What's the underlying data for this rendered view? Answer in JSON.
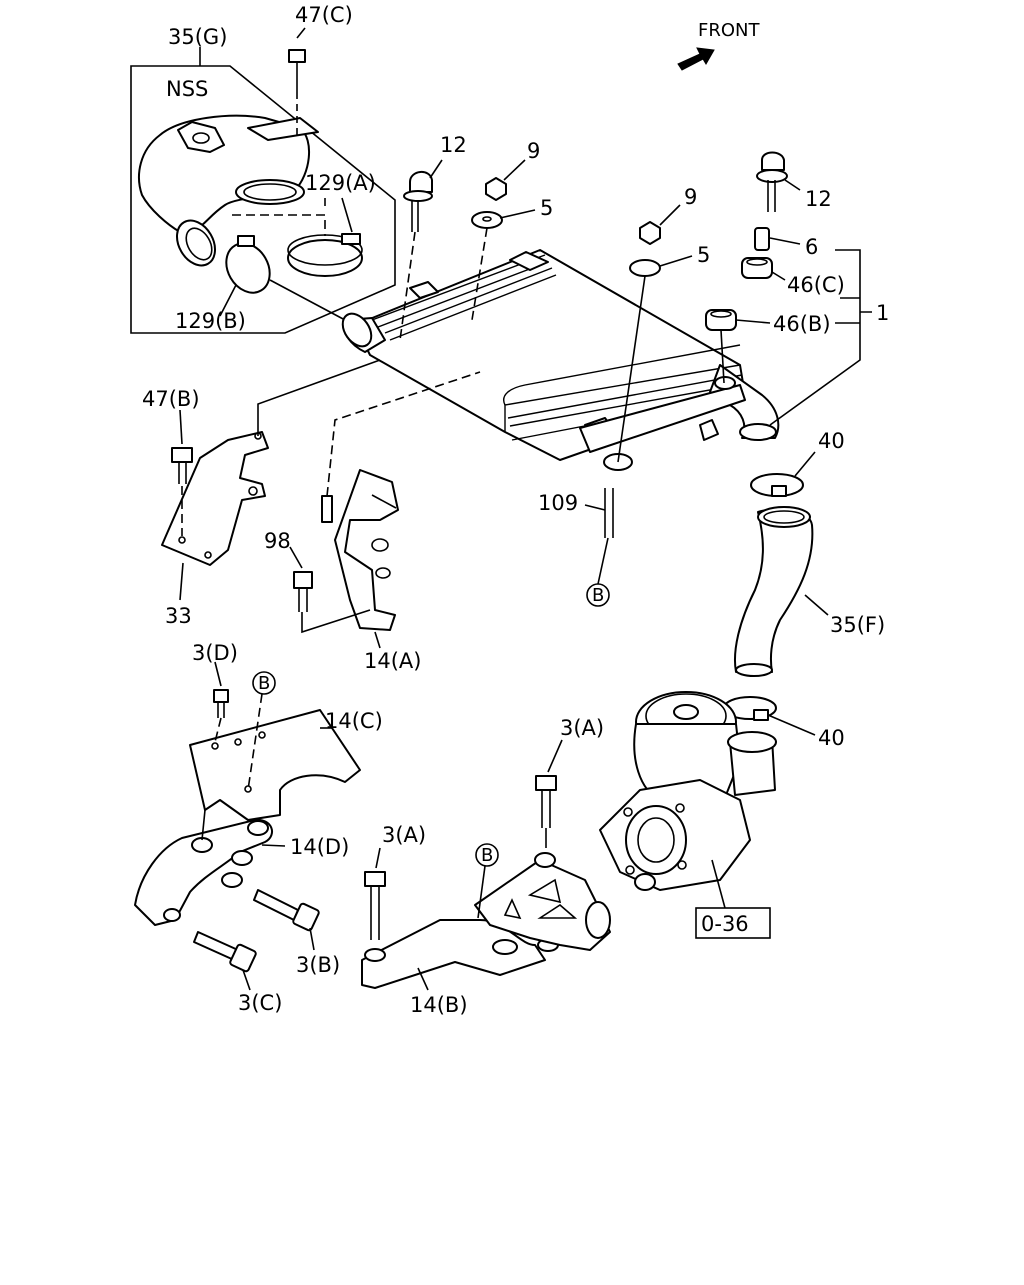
{
  "front_label": "FRONT",
  "labels": {
    "l47c": "47(C)",
    "l35g": "35(G)",
    "nss": "NSS",
    "l129a": "129(A)",
    "l129b": "129(B)",
    "l12a": "12",
    "l9a": "9",
    "l5a": "5",
    "l9b": "9",
    "l5b": "5",
    "l12b": "12",
    "l6": "6",
    "l46c": "46(C)",
    "l1": "1",
    "l46b": "46(B)",
    "l47b": "47(B)",
    "l40a": "40",
    "l109": "109",
    "refB1": "B",
    "l98": "98",
    "l33": "33",
    "l35f": "35(F)",
    "l14a": "14(A)",
    "l3d": "3(D)",
    "refB2": "B",
    "l14c": "14(C)",
    "l40b": "40",
    "l3a1": "3(A)",
    "l14d": "14(D)",
    "l3a2": "3(A)",
    "refB3": "B",
    "l3b": "3(B)",
    "l3c": "3(C)",
    "l14b": "14(B)",
    "ref036": "0-36"
  }
}
